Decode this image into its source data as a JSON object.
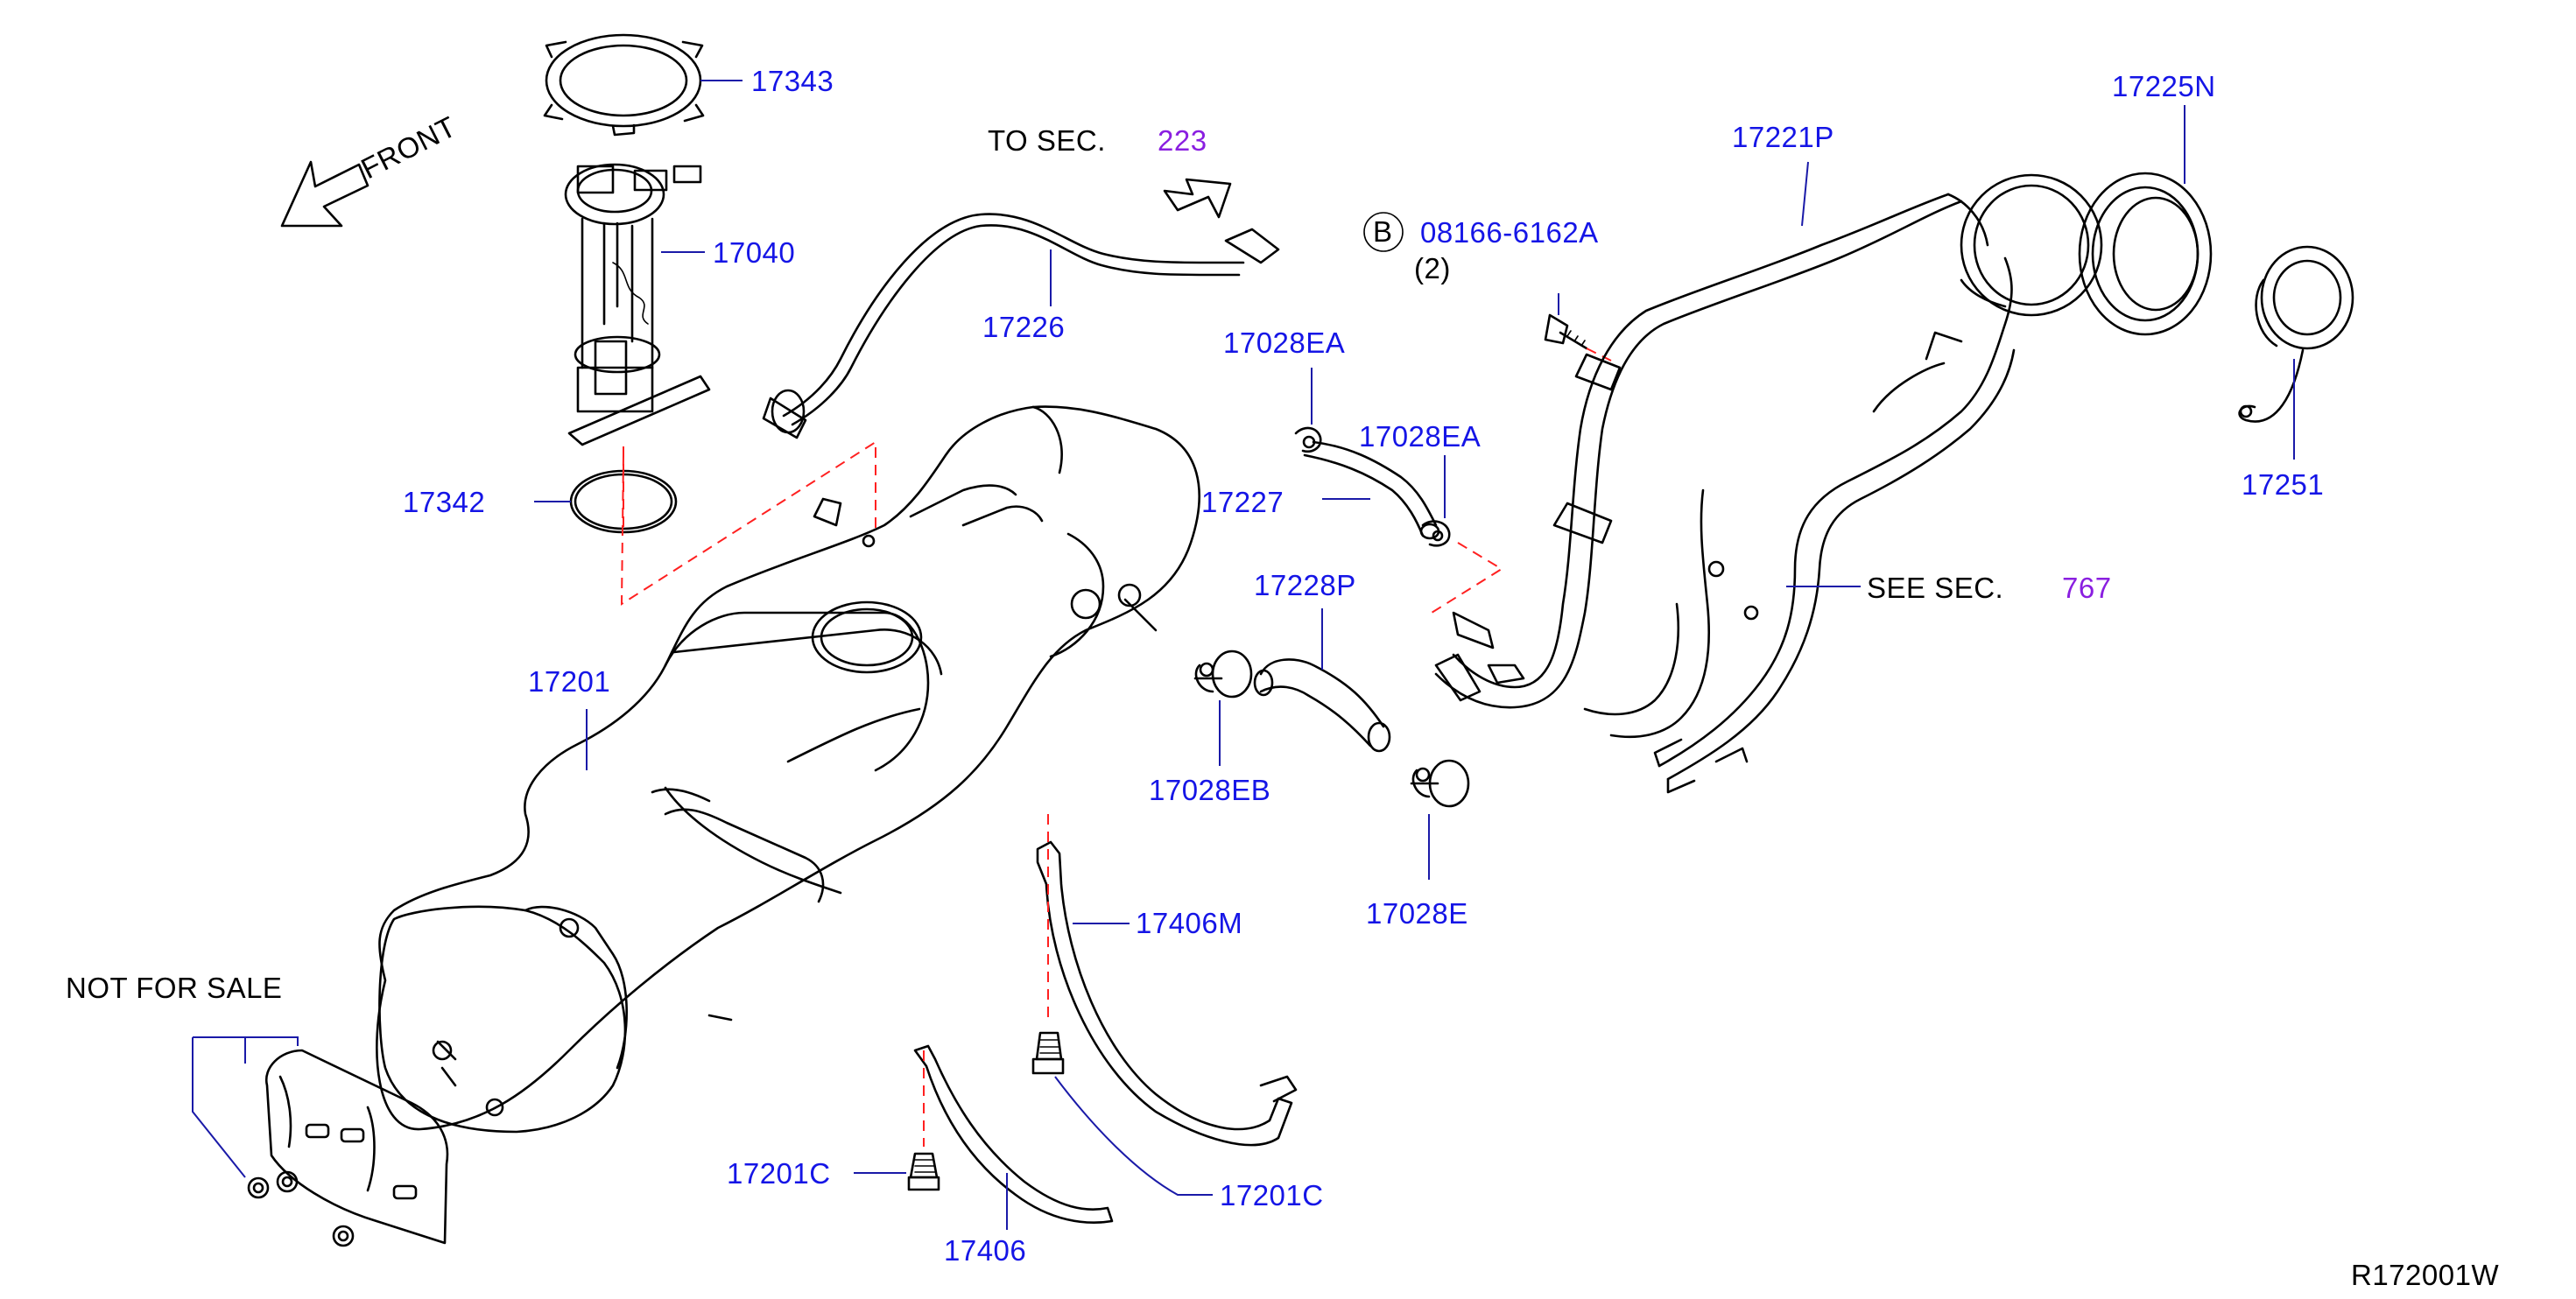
{
  "labels": {
    "p17343": "17343",
    "p17040": "17040",
    "p17342": "17342",
    "p17201": "17201",
    "p17226": "17226",
    "p17028EA_1": "17028EA",
    "p17028EA_2": "17028EA",
    "p17227": "17227",
    "p17228P": "17228P",
    "p17028EB": "17028EB",
    "p17028E": "17028E",
    "p17406M": "17406M",
    "p17201C_1": "17201C",
    "p17201C_2": "17201C",
    "p17406": "17406",
    "p17221P": "17221P",
    "p17225N": "17225N",
    "p17251": "17251",
    "bolt_code": "08166-6162A",
    "bolt_qty": "(2)",
    "bolt_circle": "B"
  },
  "texts": {
    "front": "FRONT",
    "to_sec_prefix": "TO  SEC.",
    "to_sec_num": "223",
    "see_sec_prefix": "SEE  SEC.",
    "see_sec_num": "767",
    "not_for_sale": "NOT  FOR  SALE",
    "diagram_id": "R172001W"
  }
}
